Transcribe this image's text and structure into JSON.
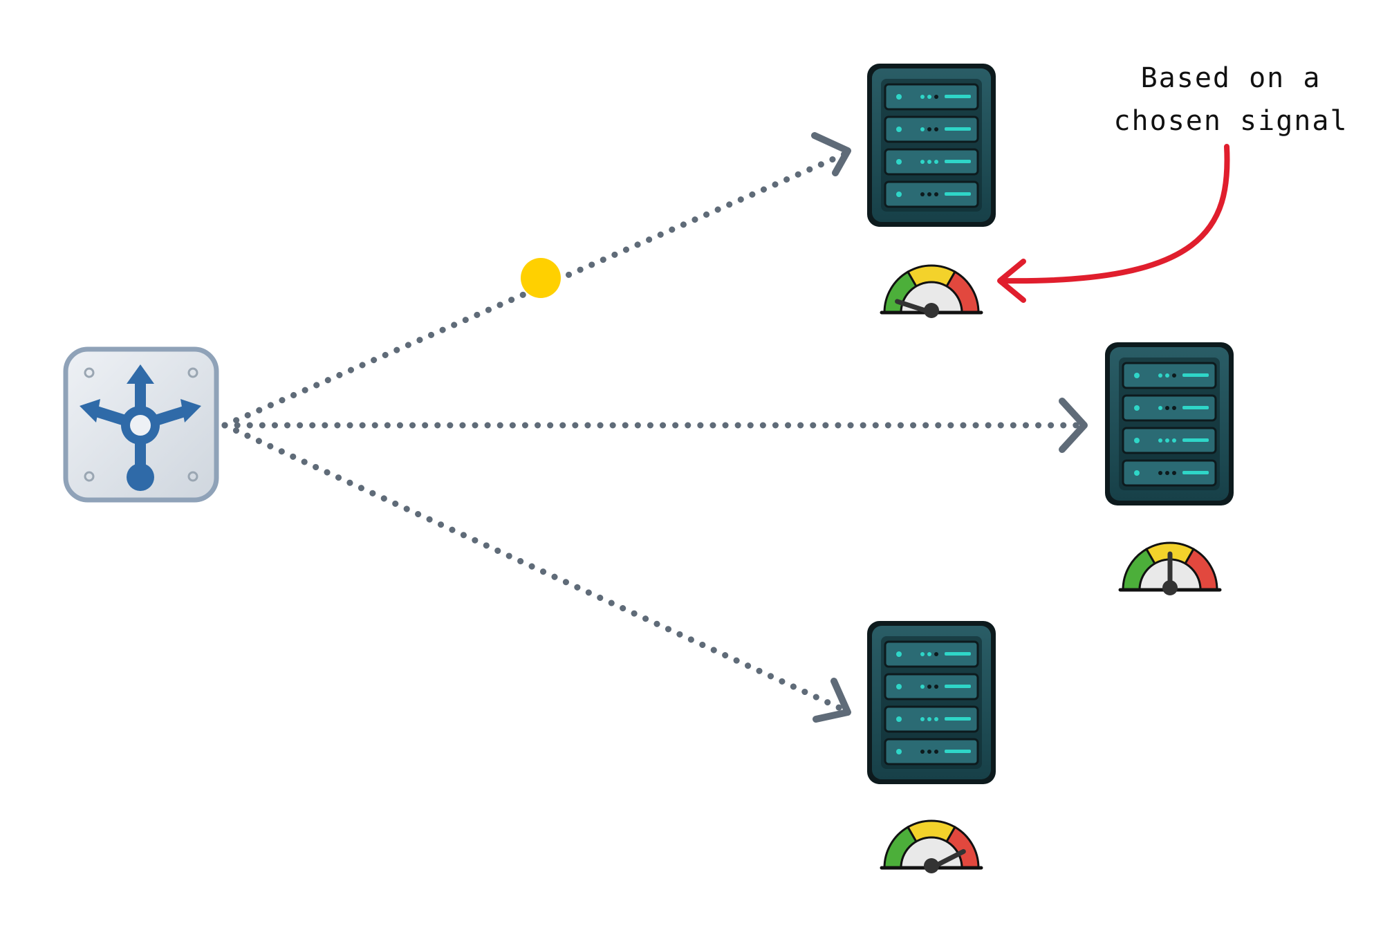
{
  "annotation": {
    "line1": "Based on a",
    "line2": "chosen signal"
  },
  "nodes": {
    "load_balancer": {
      "icon": "load-balancer-icon"
    },
    "servers": [
      {
        "name": "server-top",
        "icon": "server-rack-icon",
        "gauge_level": 0.1
      },
      {
        "name": "server-middle",
        "icon": "server-rack-icon",
        "gauge_level": 0.5
      },
      {
        "name": "server-bottom",
        "icon": "server-rack-icon",
        "gauge_level": 0.85
      }
    ]
  },
  "colors": {
    "connector": "#5f6b78",
    "request_dot": "#ffd000",
    "annotation_arrow": "#e01e2d",
    "server_body": "#1f4d55",
    "server_led": "#2fd6c8",
    "load_balancer_bg": "#dde3ea",
    "load_balancer_icon": "#2f6aa8"
  }
}
